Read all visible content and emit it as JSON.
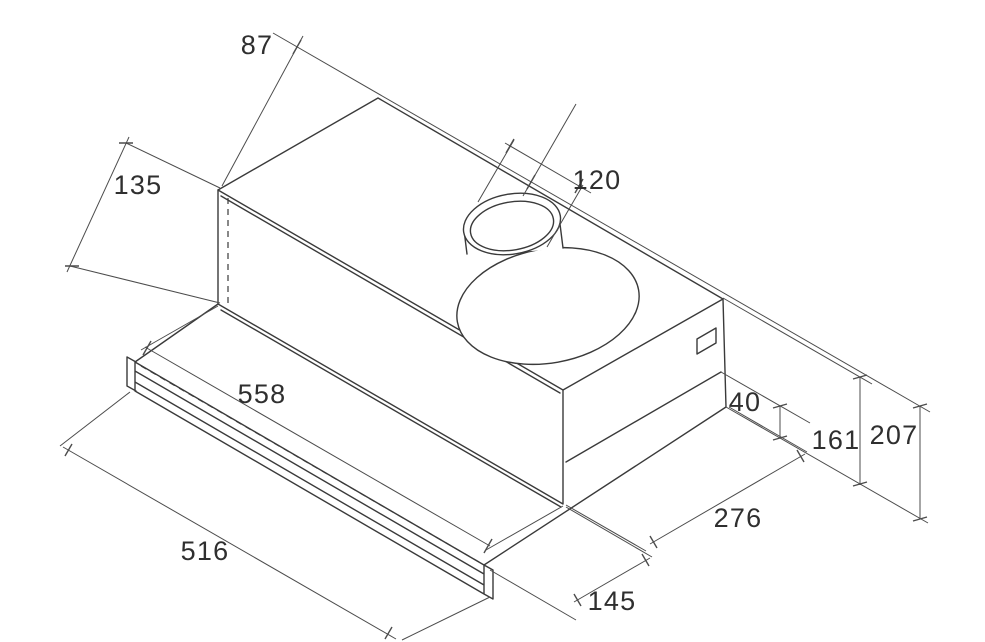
{
  "colors": {
    "line": "#3a3a3a",
    "dimension_line": "#4c4c4c",
    "label_text": "#2f2f2f",
    "background": "#ffffff"
  },
  "dims": {
    "d87": "87",
    "d120": "120",
    "d135": "135",
    "d558": "558",
    "d40": "40",
    "d161": "161",
    "d207": "207",
    "d276": "276",
    "d516": "516",
    "d145": "145"
  }
}
